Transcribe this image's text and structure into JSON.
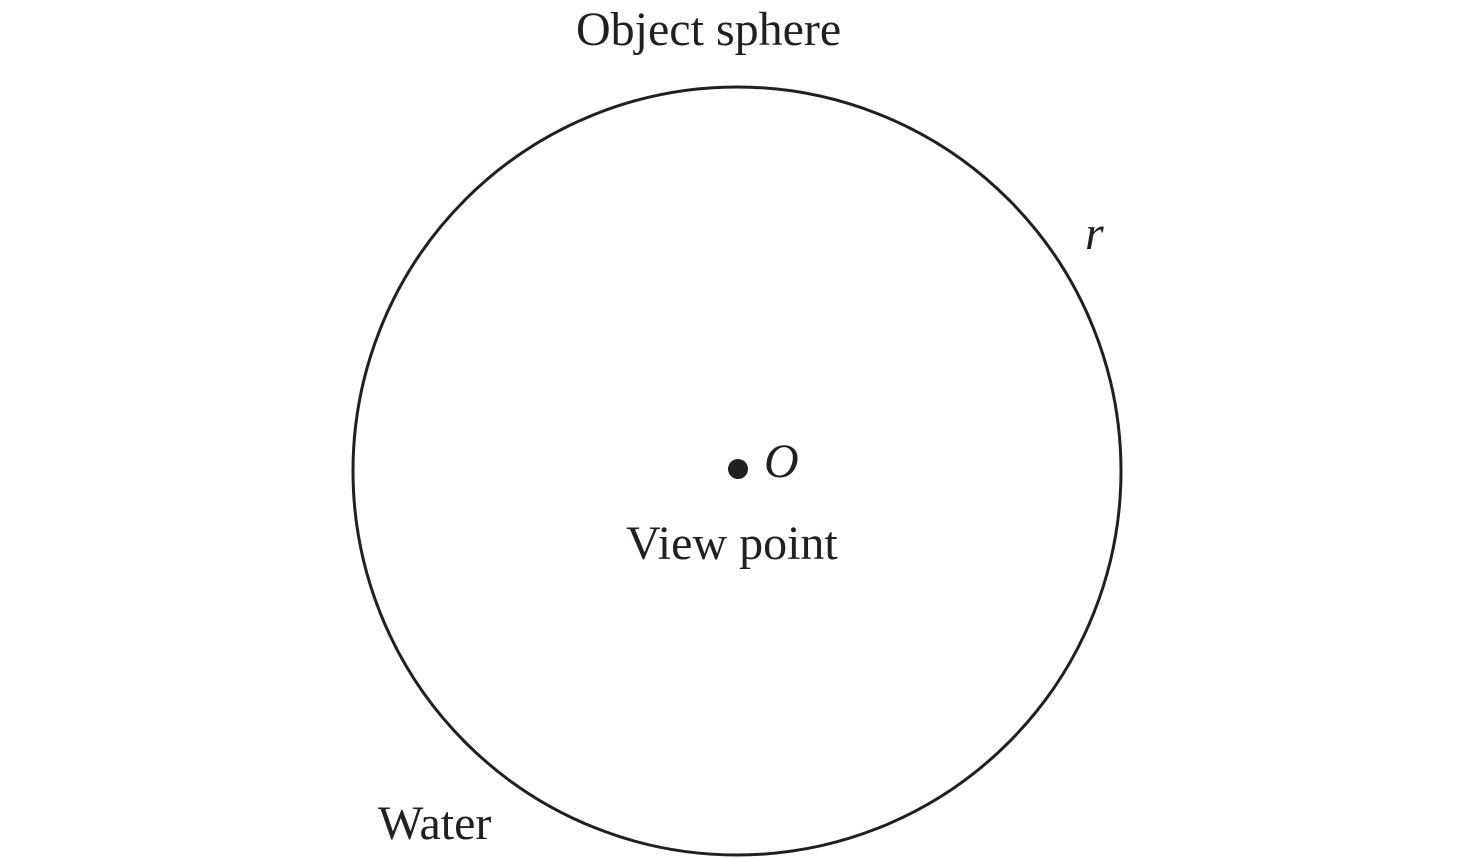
{
  "labels": {
    "title": "Object sphere",
    "radius": "r",
    "center": "O",
    "viewpoint": "View point",
    "medium": "Water"
  }
}
